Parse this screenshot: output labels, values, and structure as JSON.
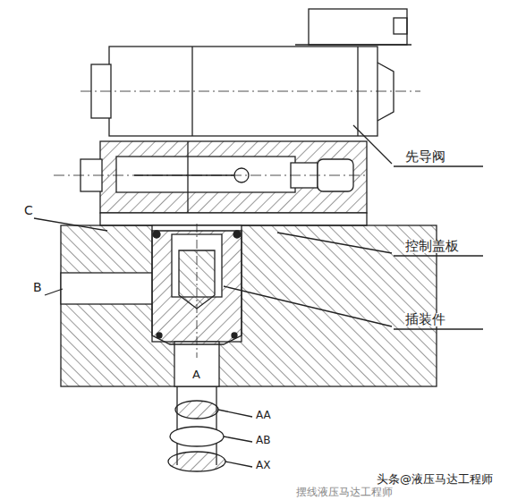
{
  "diagram": {
    "labels": [
      "先导阀",
      "控制盖板",
      "插装件",
      "C",
      "B",
      "A",
      "AA",
      "AB",
      "AX",
      "摆线液压马达工程师",
      "头条@液压马达工程师"
    ]
  }
}
